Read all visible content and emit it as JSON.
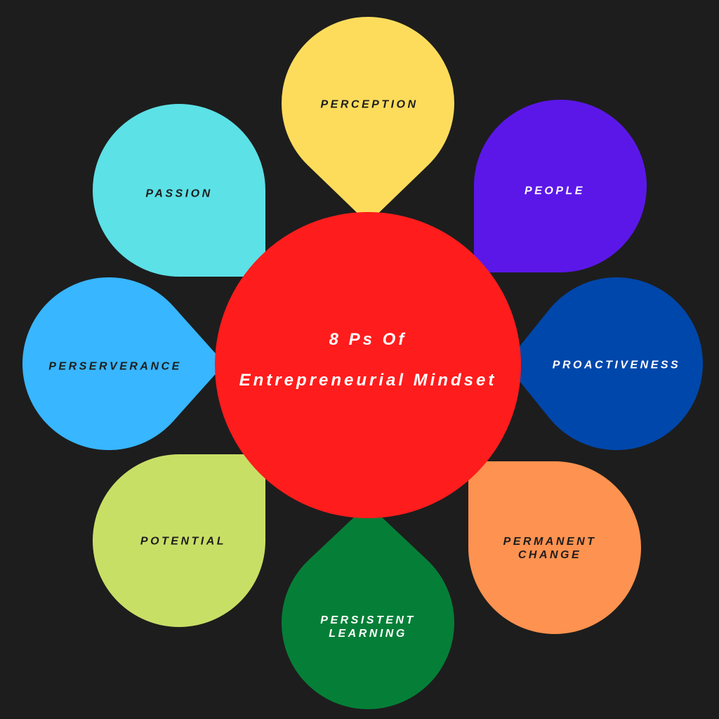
{
  "center": {
    "line1": "8 Ps Of",
    "line2": "Entrepreneurial Mindset",
    "color": "#ff1c1c",
    "text_color": "#ffffff"
  },
  "petals": [
    {
      "id": "perception",
      "lines": [
        "PERCEPTION"
      ],
      "color": "#fddc5c",
      "text_color": "#1d1d1d",
      "shape": "teardrop-point-down"
    },
    {
      "id": "people",
      "lines": [
        "PEOPLE"
      ],
      "color": "#5b17e8",
      "text_color": "#ffffff",
      "shape": "rounded-square-corner-bottom-left"
    },
    {
      "id": "proactiveness",
      "lines": [
        "PROACTIVENESS"
      ],
      "color": "#0047ab",
      "text_color": "#ffffff",
      "shape": "teardrop-point-left"
    },
    {
      "id": "permanent-change",
      "lines": [
        "PERMANENT",
        "CHANGE"
      ],
      "color": "#fe9250",
      "text_color": "#1d1d1d",
      "shape": "rounded-square-corner-top-left"
    },
    {
      "id": "persistent-learning",
      "lines": [
        "PERSISTENT",
        "LEARNING"
      ],
      "color": "#057f37",
      "text_color": "#ffffff",
      "shape": "teardrop-point-up"
    },
    {
      "id": "potential",
      "lines": [
        "POTENTIAL"
      ],
      "color": "#c8df66",
      "text_color": "#1d1d1d",
      "shape": "rounded-square-corner-top-right"
    },
    {
      "id": "perserverance",
      "lines": [
        "PERSERVERANCE"
      ],
      "color": "#38b6ff",
      "text_color": "#1d1d1d",
      "shape": "teardrop-point-right"
    },
    {
      "id": "passion",
      "lines": [
        "PASSION"
      ],
      "color": "#5ce1e6",
      "text_color": "#1d1d1d",
      "shape": "rounded-square-corner-bottom-right"
    }
  ]
}
